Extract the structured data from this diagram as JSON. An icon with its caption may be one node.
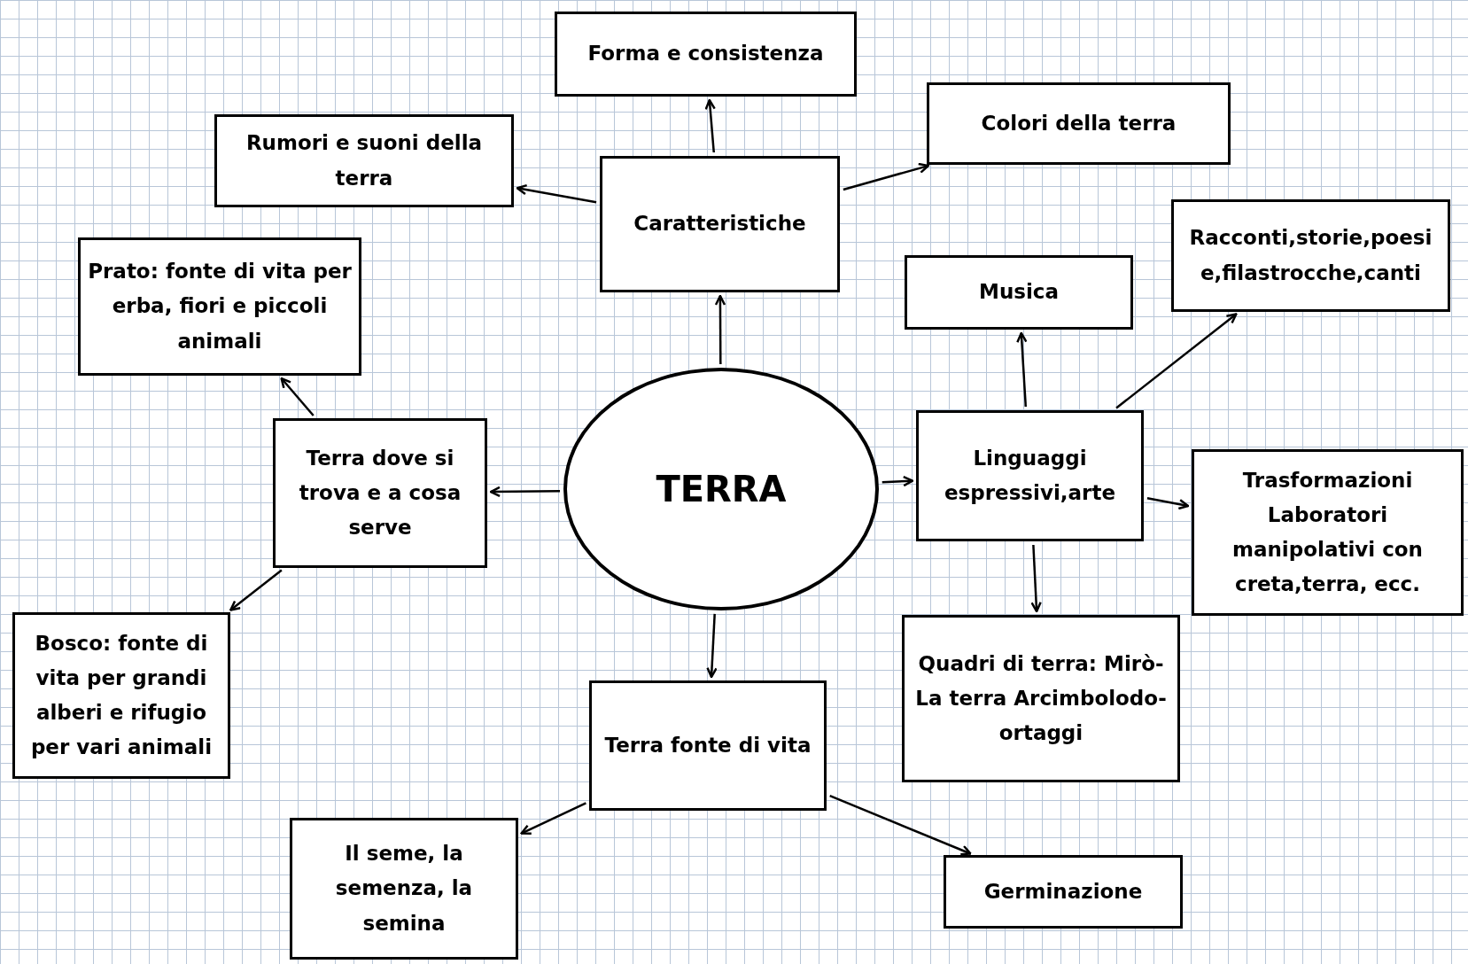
{
  "diagram": {
    "nodes": [
      {
        "text": [
          "TERRA"
        ]
      },
      {
        "text": [
          "Caratteristiche"
        ]
      },
      {
        "text": [
          "Forma e consistenza"
        ]
      },
      {
        "text": [
          "Rumori e suoni della terra"
        ]
      },
      {
        "text": [
          "Colori della terra"
        ]
      },
      {
        "text": [
          "Terra dove si trova e a cosa serve"
        ]
      },
      {
        "text": [
          "Prato: fonte di vita per erba, fiori e piccoli animali"
        ]
      },
      {
        "text": [
          "Bosco: fonte di vita per grandi alberi e rifugio per vari animali"
        ]
      },
      {
        "text": [
          "Linguaggi espressivi,arte"
        ]
      },
      {
        "text": [
          "Musica"
        ]
      },
      {
        "text": [
          "Racconti,storie,poesi e,filastrocche,canti"
        ]
      },
      {
        "text": [
          "Trasformazioni Laboratori manipolativi con creta,terra, ecc."
        ]
      },
      {
        "text": [
          "Quadri di terra: Mirò-La terra Arcimbolodo-ortaggi"
        ]
      },
      {
        "text": [
          "Terra fonte di vita"
        ]
      },
      {
        "text": [
          "Il seme, la semenza, la semina"
        ]
      },
      {
        "text": [
          "Germinazione"
        ]
      }
    ],
    "edges": [
      {
        "from": 0,
        "to": 1,
        "arrow": "to"
      },
      {
        "from": 1,
        "to": 2,
        "arrow": "to"
      },
      {
        "from": 1,
        "to": 3,
        "arrow": "to"
      },
      {
        "from": 1,
        "to": 4,
        "arrow": "to"
      },
      {
        "from": 0,
        "to": 5,
        "arrow": "to"
      },
      {
        "from": 5,
        "to": 6,
        "arrow": "to"
      },
      {
        "from": 5,
        "to": 7,
        "arrow": "to"
      },
      {
        "from": 0,
        "to": 8,
        "arrow": "to"
      },
      {
        "from": 8,
        "to": 9,
        "arrow": "to"
      },
      {
        "from": 8,
        "to": 10,
        "arrow": "to"
      },
      {
        "from": 8,
        "to": 11,
        "arrow": "to"
      },
      {
        "from": 8,
        "to": 12,
        "arrow": "to"
      },
      {
        "from": 0,
        "to": 13,
        "arrow": "to"
      },
      {
        "from": 13,
        "to": 14,
        "arrow": "to"
      },
      {
        "from": 13,
        "to": 15,
        "arrow": "to"
      }
    ]
  }
}
